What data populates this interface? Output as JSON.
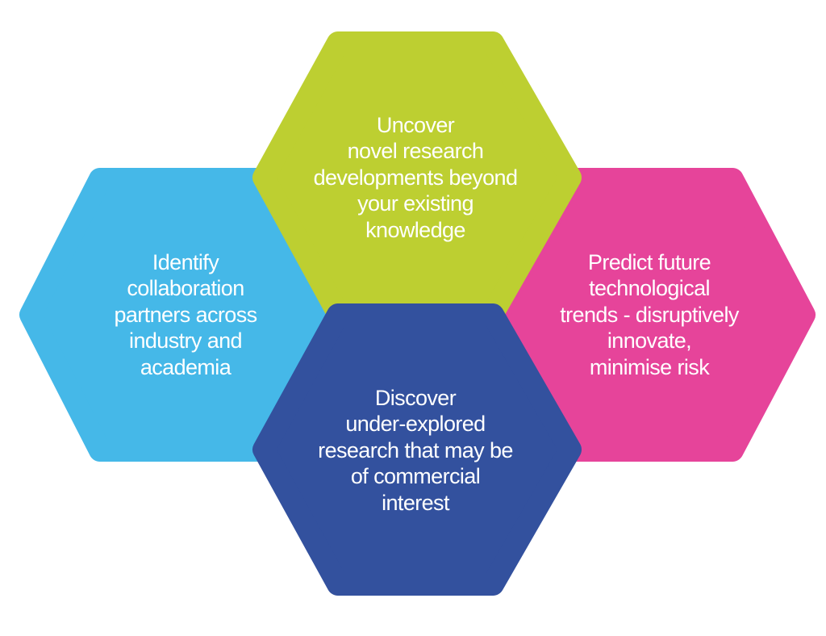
{
  "hexagons": {
    "blue": {
      "text": "Identify\ncollaboration\npartners across\nindustry and\nacademia",
      "color": "#45b8e8"
    },
    "green": {
      "text": "Uncover\nnovel research\ndevelopments beyond\nyour existing\nknowledge",
      "color": "#bdcf31"
    },
    "pink": {
      "text": "Predict future\ntechnological\ntrends - disruptively\ninnovate,\nminimise risk",
      "color": "#e6449a"
    },
    "navy": {
      "text": "Discover\nunder-explored\nresearch that may be\nof commercial\ninterest",
      "color": "#33519e"
    }
  }
}
